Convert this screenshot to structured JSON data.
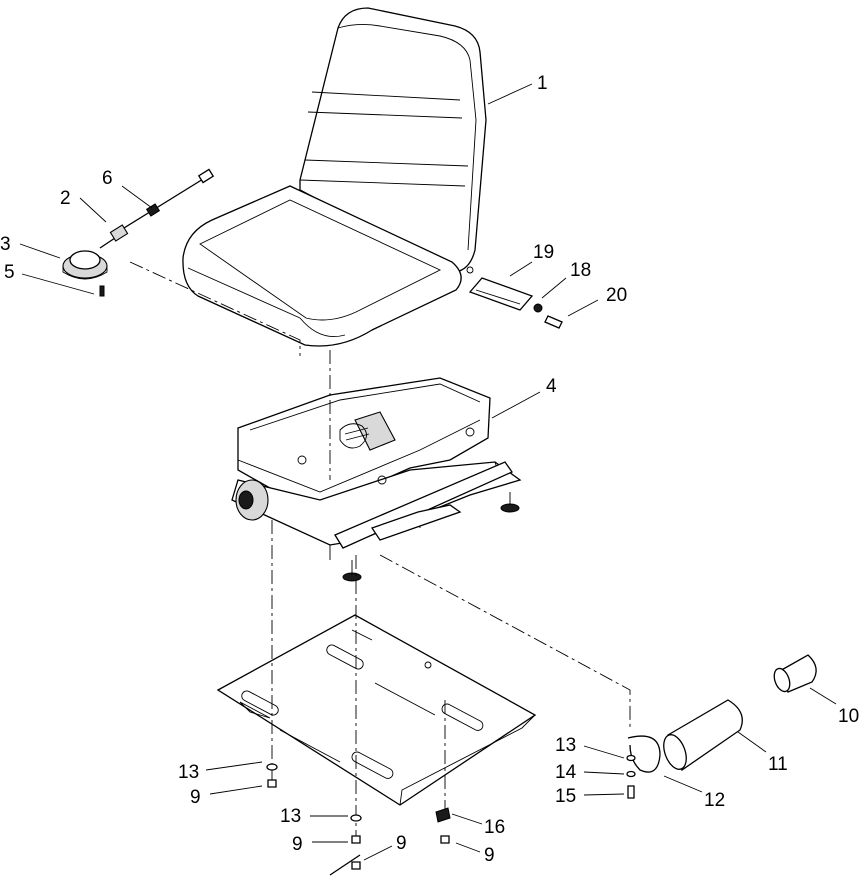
{
  "diagram": {
    "labels": {
      "seat": "1",
      "harness": "2",
      "switch": "3",
      "suspension": "4",
      "switch_screw": "5",
      "cable": "6",
      "nut_a": "9",
      "nut_b": "9",
      "nut_c": "9",
      "nut_d": "9",
      "cap": "10",
      "tube": "11",
      "strap": "12",
      "washer_a": "13",
      "washer_b": "13",
      "washer_c": "13",
      "lockwasher": "14",
      "bolt": "15",
      "clip": "16",
      "screw": "18",
      "latch": "19",
      "bolt_b": "20"
    }
  }
}
